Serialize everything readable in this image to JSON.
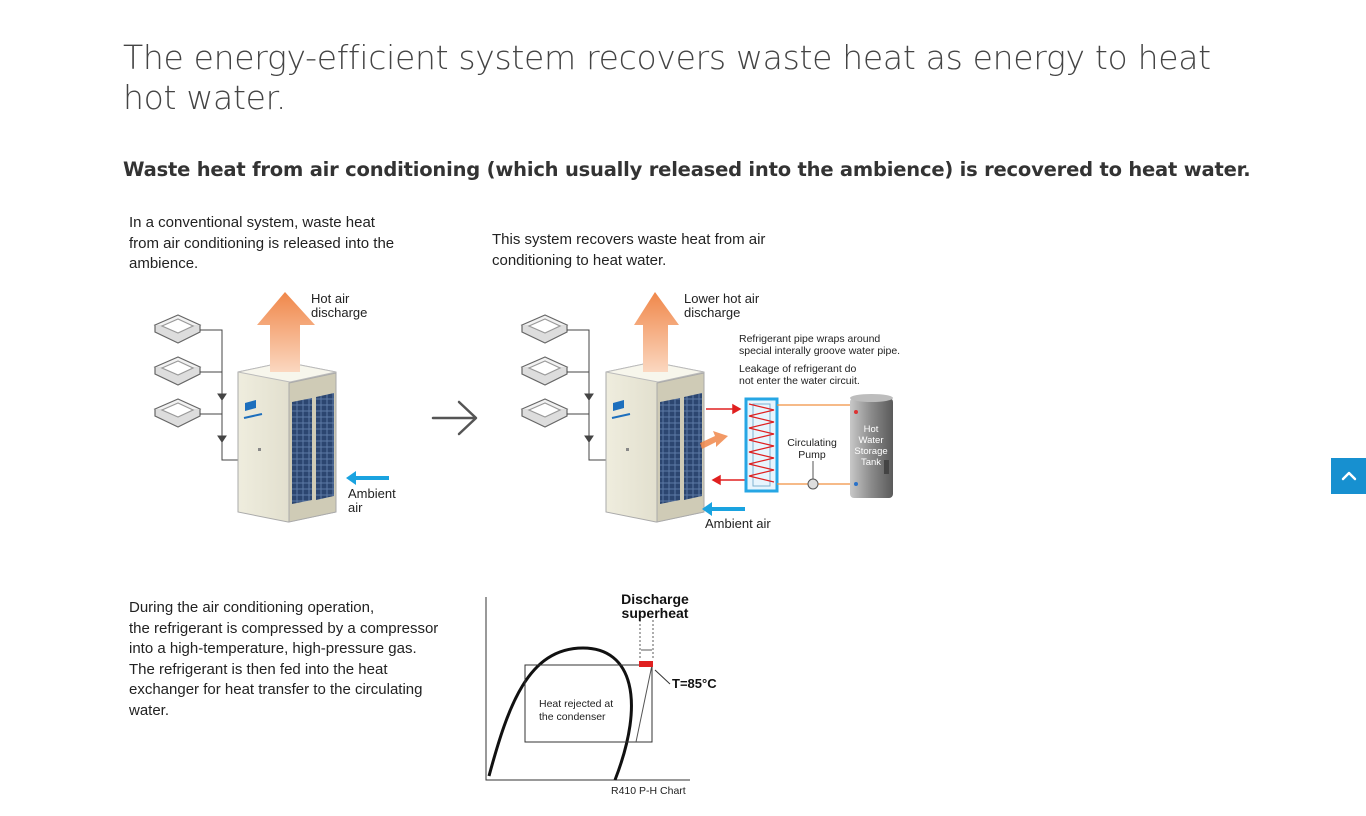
{
  "headline": "The energy-efficient system recovers waste heat as energy to heat hot water.",
  "subheadline": "Waste heat from air conditioning (which usually released into the ambience) is recovered to heat water.",
  "conventional": {
    "description": "In a conventional system, waste heat\nfrom air conditioning is released into the\nambience.",
    "hot_air_line1": "Hot air",
    "hot_air_line2": "discharge",
    "ambient_line1": "Ambient",
    "ambient_line2": "air"
  },
  "recovery": {
    "description": "This system recovers waste heat from air\nconditioning to heat water.",
    "hot_air_line1": "Lower hot air",
    "hot_air_line2": "discharge",
    "pipe_note_line1": "Refrigerant pipe wraps around",
    "pipe_note_line2": "special interally groove water pipe.",
    "leak_note_line1": "Leakage of refrigerant do",
    "leak_note_line2": "not enter the water circuit.",
    "pump_line1": "Circulating",
    "pump_line2": "Pump",
    "tank_line1": "Hot",
    "tank_line2": "Water",
    "tank_line3": "Storage",
    "tank_line4": "Tank",
    "ambient": "Ambient air"
  },
  "operation": {
    "description": "During the air conditioning operation,\nthe refrigerant is compressed by a compressor\ninto a high-temperature, high-pressure gas.\nThe refrigerant is then fed into the heat\nexchanger for heat transfer to the circulating\nwater."
  },
  "ph_chart": {
    "discharge_line1": "Discharge",
    "discharge_line2": "superheat",
    "temperature": "T=85°C",
    "rejected_line1": "Heat rejected at",
    "rejected_line2": "the condenser",
    "caption": "R410 P-H Chart"
  },
  "colors": {
    "arrow_orange": "#f0874a",
    "ambient_blue": "#1aa3e0",
    "refrigerant_red": "#e02020",
    "water_orange": "#f09040",
    "back_to_top": "#1790d0"
  },
  "icons": {
    "transition": "arrow-right-icon",
    "back_to_top": "chevron-up-icon"
  }
}
